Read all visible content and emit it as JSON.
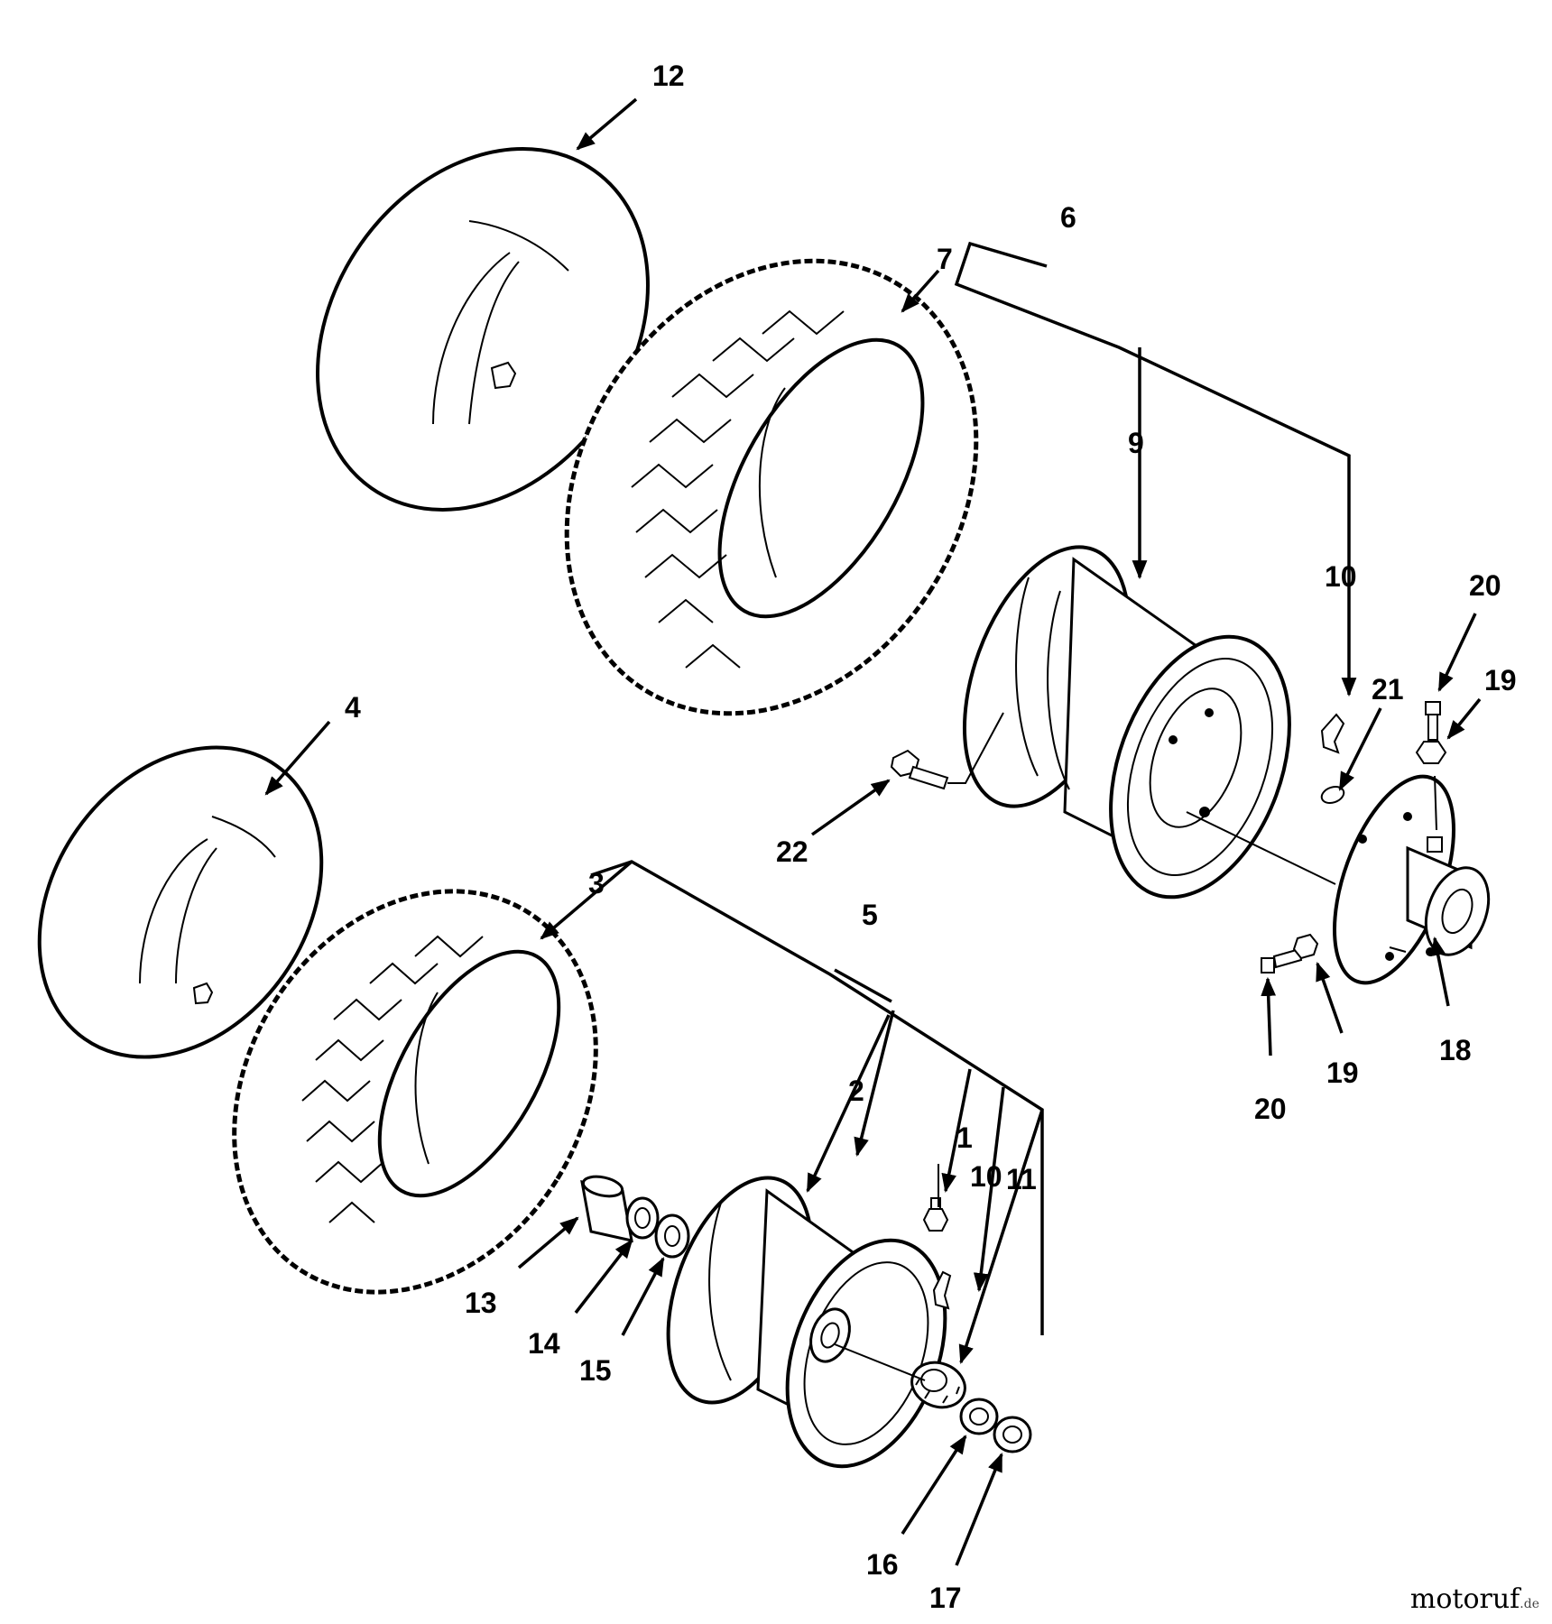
{
  "diagram": {
    "labels": {
      "p1": "1",
      "p2": "2",
      "p3": "3",
      "p4": "4",
      "p5": "5",
      "p6": "6",
      "p7": "7",
      "p9": "9",
      "p10a": "10",
      "p10b": "10",
      "p11": "11",
      "p12": "12",
      "p13": "13",
      "p14": "14",
      "p15": "15",
      "p16": "16",
      "p17": "17",
      "p18": "18",
      "p19a": "19",
      "p19b": "19",
      "p20a": "20",
      "p20b": "20",
      "p21": "21",
      "p22": "22"
    }
  },
  "watermark": {
    "text": "motoruf",
    "suffix": ".de"
  }
}
